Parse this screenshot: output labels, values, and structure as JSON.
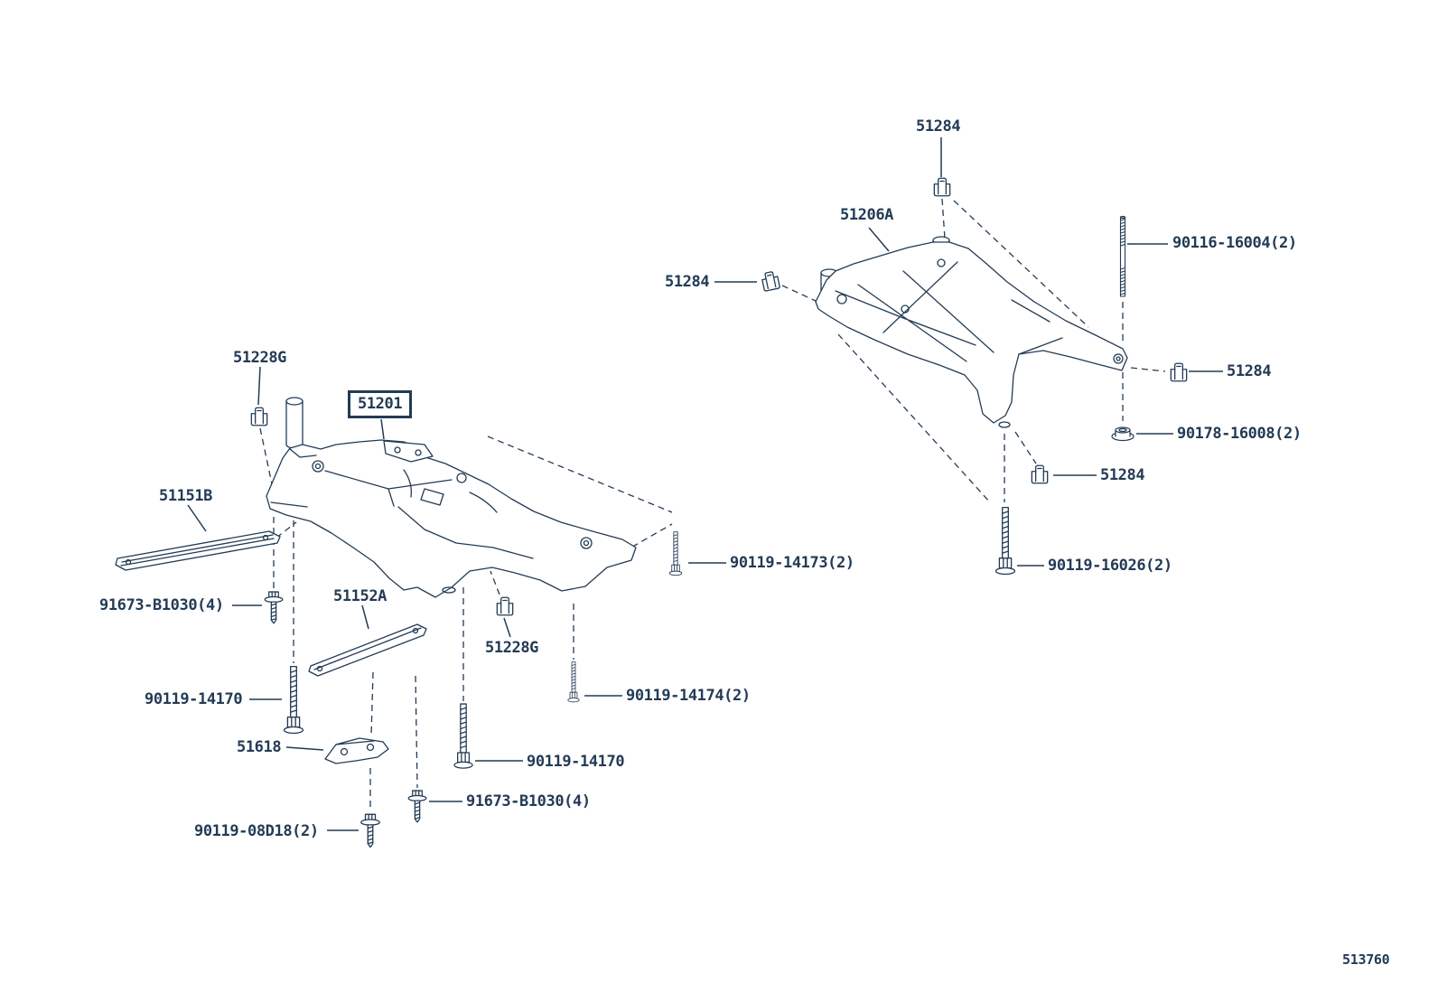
{
  "page": {
    "background": "#ffffff",
    "ink": "#233b55",
    "diagram_code": "513760",
    "highlighted_part": "51201"
  },
  "labels": [
    {
      "id": "51284-top",
      "text": "51284"
    },
    {
      "id": "51206A",
      "text": "51206A"
    },
    {
      "id": "90116-16004",
      "text": "90116-16004(2)"
    },
    {
      "id": "51284-left",
      "text": "51284"
    },
    {
      "id": "51284-right",
      "text": "51284"
    },
    {
      "id": "90178-16008",
      "text": "90178-16008(2)"
    },
    {
      "id": "51284-mid",
      "text": "51284"
    },
    {
      "id": "90119-16026",
      "text": "90119-16026(2)"
    },
    {
      "id": "51228G-top",
      "text": "51228G"
    },
    {
      "id": "51201",
      "text": "51201",
      "boxed": true
    },
    {
      "id": "51151B",
      "text": "51151B"
    },
    {
      "id": "91673-B1030-left",
      "text": "91673-B1030(4)"
    },
    {
      "id": "51152A",
      "text": "51152A"
    },
    {
      "id": "51228G-bottom",
      "text": "51228G"
    },
    {
      "id": "90119-14173",
      "text": "90119-14173(2)"
    },
    {
      "id": "90119-14170-left",
      "text": "90119-14170"
    },
    {
      "id": "51618",
      "text": "51618"
    },
    {
      "id": "90119-14174",
      "text": "90119-14174(2)"
    },
    {
      "id": "90119-14170-bottom",
      "text": "90119-14170"
    },
    {
      "id": "91673-B1030-bottom",
      "text": "91673-B1030(4)"
    },
    {
      "id": "90119-08D18",
      "text": "90119-08D18(2)"
    }
  ]
}
